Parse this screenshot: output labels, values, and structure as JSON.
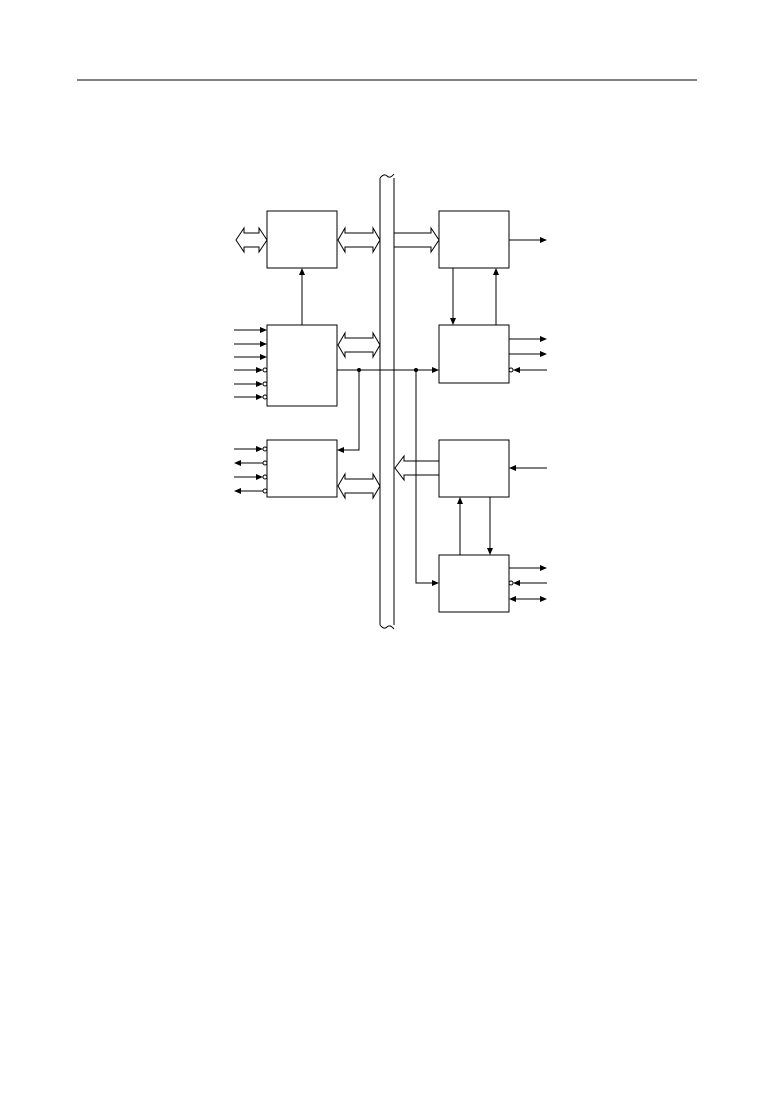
{
  "page": {
    "header_rule": true
  },
  "diagram": {
    "blocks": [
      "block-top-left",
      "block-middle-left",
      "block-bottom-left",
      "block-top-right",
      "block-upper-middle-right",
      "block-lower-middle-right",
      "block-bottom-right"
    ],
    "colors": {
      "line": "#000000",
      "background": "#ffffff"
    }
  }
}
